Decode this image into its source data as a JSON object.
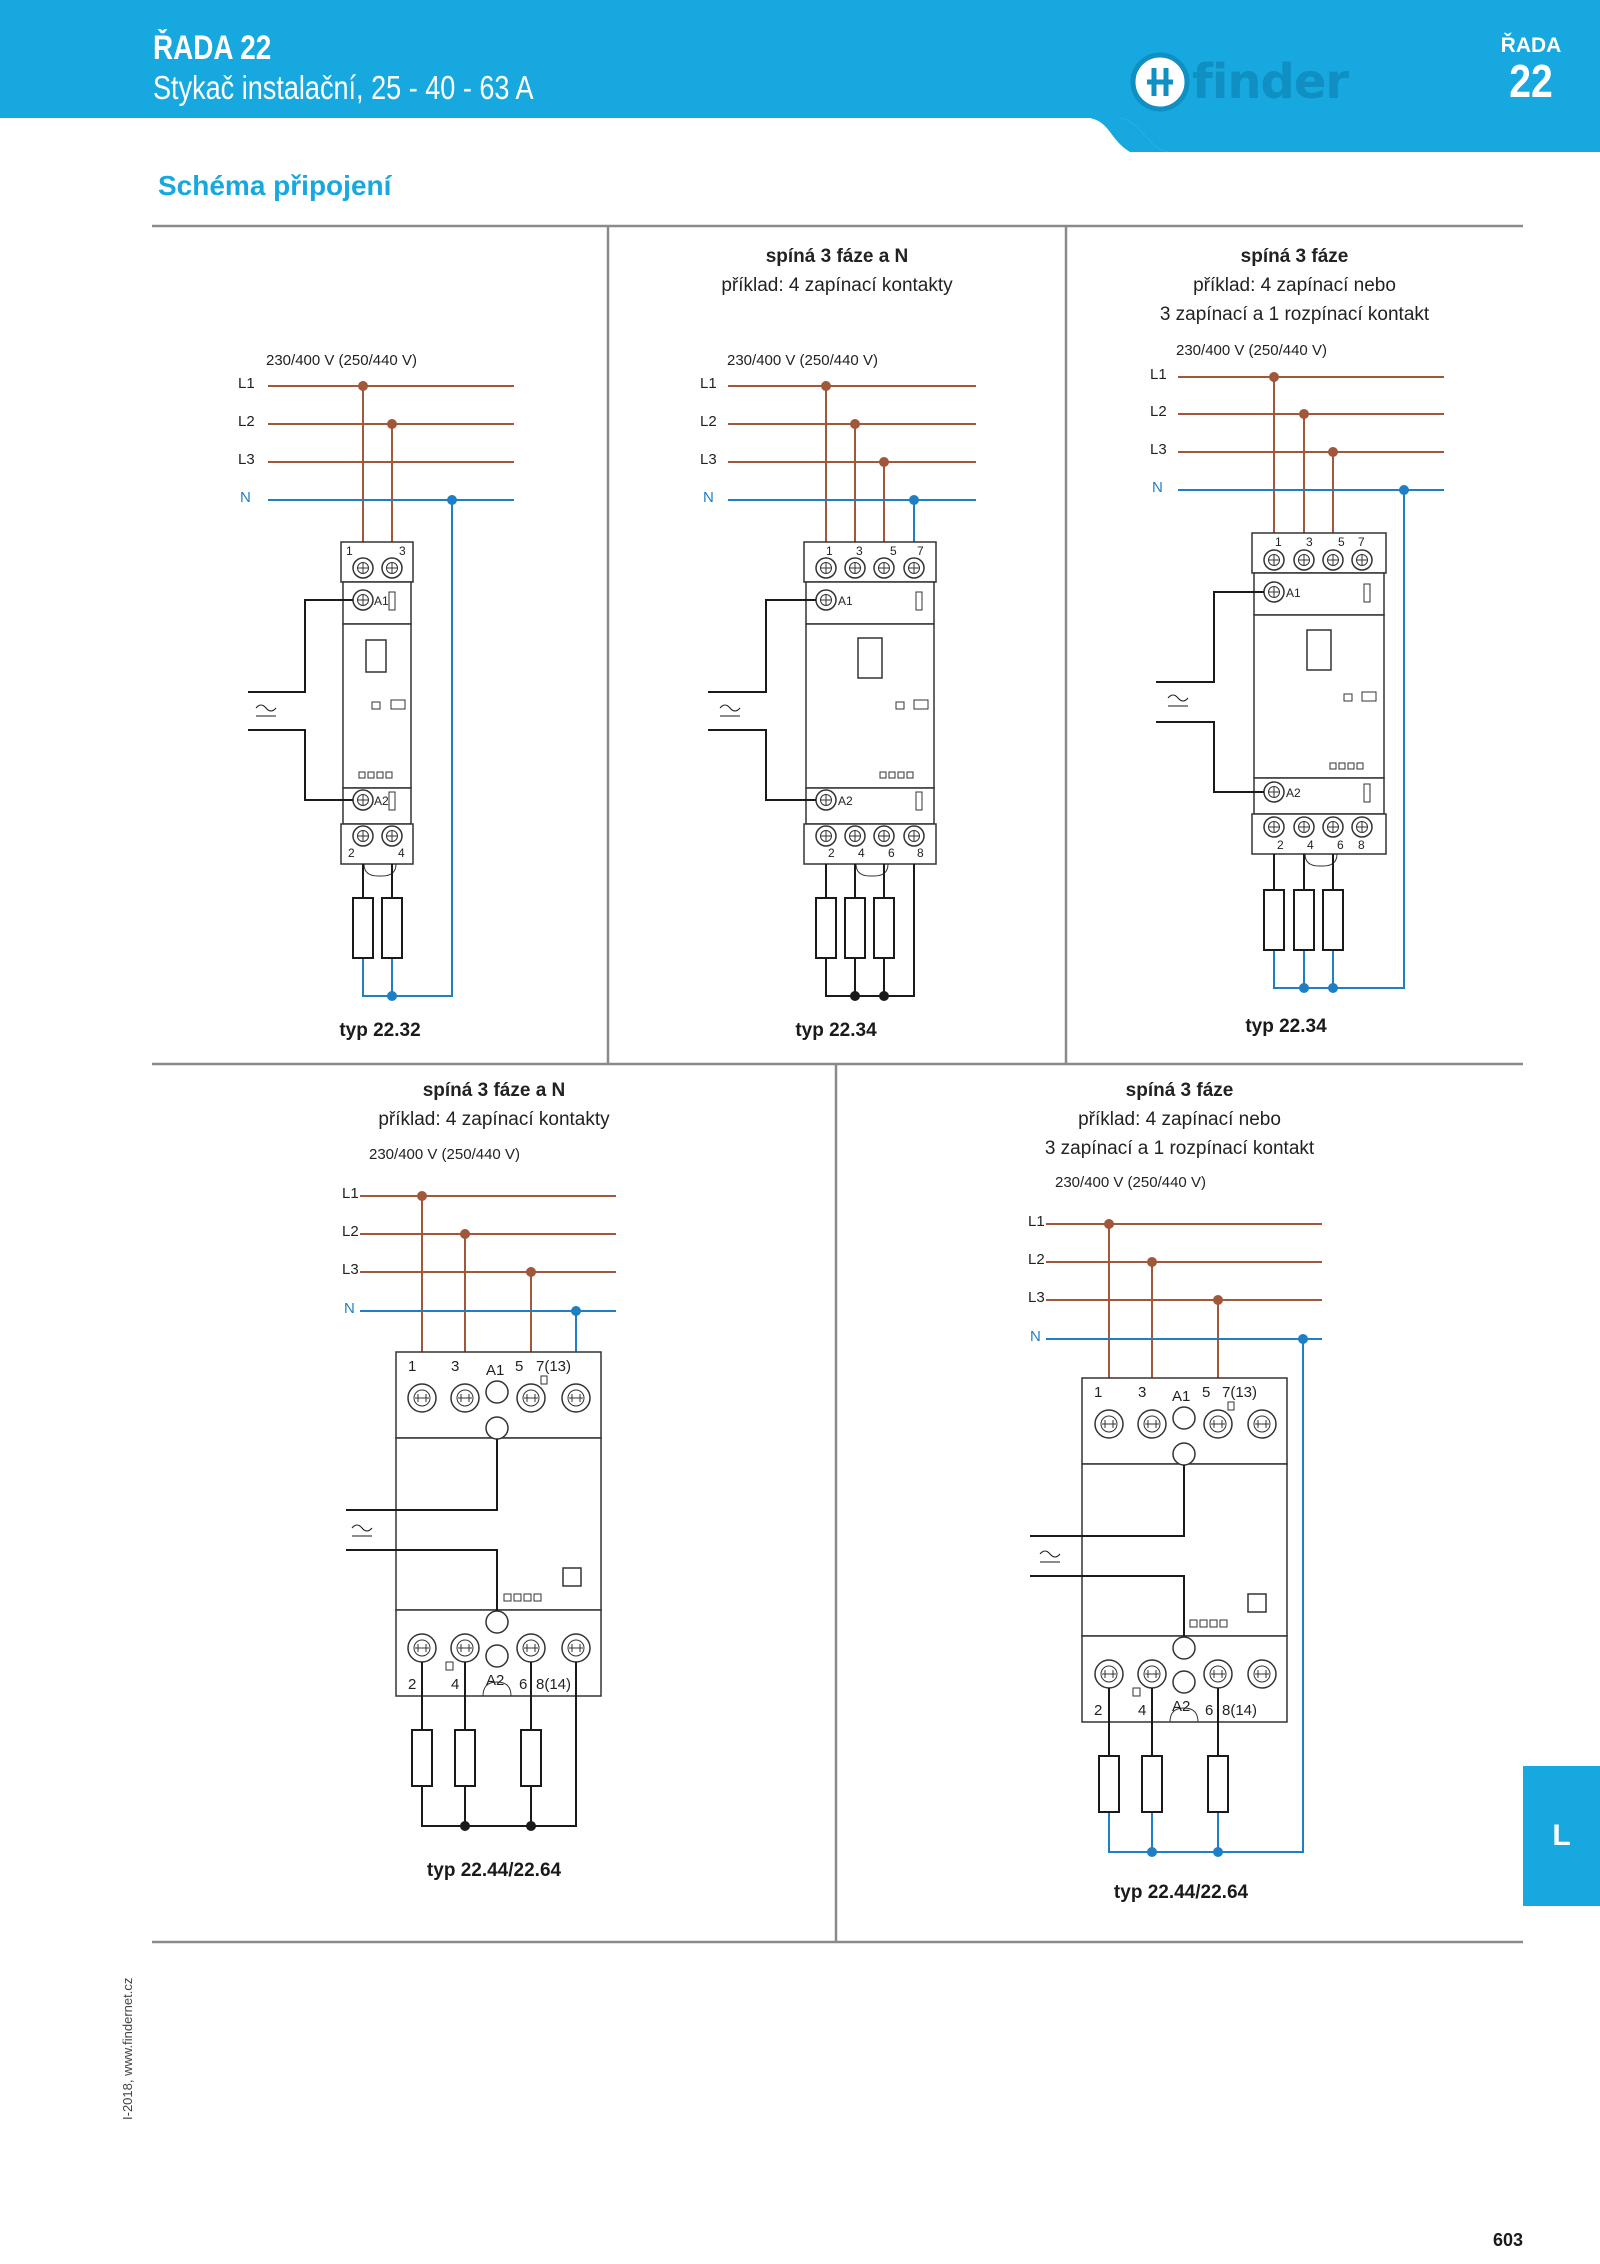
{
  "header": {
    "title_line1": "ŘADA 22",
    "title_line2": "Stykač instalační, 25 - 40 - 63 A",
    "logo_text": "finder",
    "series_label": "ŘADA",
    "series_number": "22"
  },
  "section_title": "Schéma připojení",
  "diagrams": {
    "d1": {
      "voltage": "230/400 V (250/440 V)",
      "type": "typ 22.32"
    },
    "d2": {
      "caption_bold": "spíná 3 fáze a N",
      "caption": "příklad: 4 zapínací kontakty",
      "voltage": "230/400 V (250/440 V)",
      "type": "typ 22.34"
    },
    "d3": {
      "caption_bold": "spíná 3 fáze",
      "caption_line1": "příklad: 4 zapínací nebo",
      "caption_line2": "3 zapínací a 1 rozpínací kontakt",
      "voltage": "230/400 V (250/440 V)",
      "type": "typ 22.34"
    },
    "d4": {
      "caption_bold": "spíná 3 fáze a N",
      "caption": "příklad: 4 zapínací kontakty",
      "voltage": "230/400 V (250/440 V)",
      "type": "typ 22.44/22.64"
    },
    "d5": {
      "caption_bold": "spíná 3 fáze",
      "caption_line1": "příklad: 4 zapínací nebo",
      "caption_line2": "3 zapínací a 1 rozpínací kontakt",
      "voltage": "230/400 V (250/440 V)",
      "type": "typ 22.44/22.64"
    }
  },
  "line_labels": {
    "l1": "L1",
    "l2": "L2",
    "l3": "L3",
    "n": "N"
  },
  "terminals": {
    "t1": "1",
    "t2": "2",
    "t3": "3",
    "t4": "4",
    "t5": "5",
    "t6": "6",
    "t7": "7",
    "t8": "8",
    "a1": "A1",
    "a2": "A2",
    "t7_13": "7(13)",
    "t8_14": "8(14)",
    "ac_symbol": "~"
  },
  "side_tab": "L",
  "footer": {
    "source": "I-2018, www.findernet.cz",
    "page_number": "603"
  },
  "colors": {
    "accent": "#16a8de",
    "phase": "#a0573a",
    "neutral": "#1f7fc4",
    "rule": "#8a8a8a"
  }
}
